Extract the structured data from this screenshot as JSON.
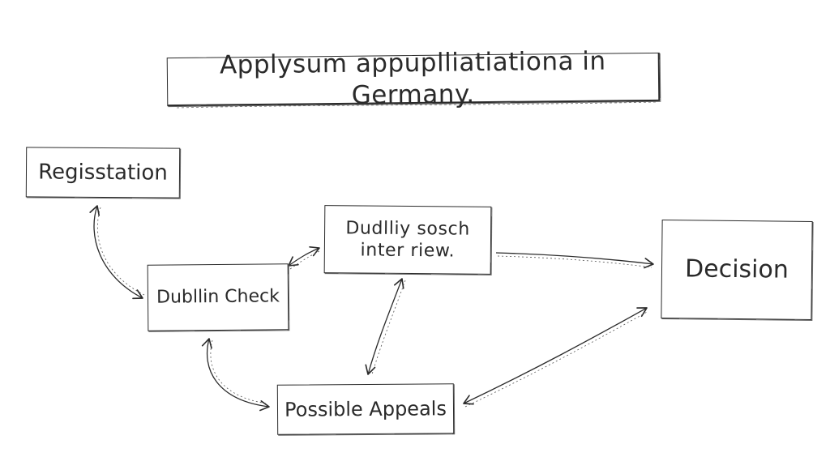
{
  "title": "Applysum appuplliatiationa in Germany.",
  "nodes": {
    "registration": "Regisstation",
    "dublin_check": "Dubllin Check",
    "interview": "Dudlliy sosch\ninter riew.",
    "decision": "Decision",
    "appeals": "Possible Appeals"
  },
  "connections": [
    {
      "from": "registration",
      "to": "dublin_check",
      "arrows": "both"
    },
    {
      "from": "dublin_check",
      "to": "interview",
      "arrows": "both"
    },
    {
      "from": "dublin_check",
      "to": "appeals",
      "arrows": "both"
    },
    {
      "from": "interview",
      "to": "appeals",
      "arrows": "both"
    },
    {
      "from": "interview",
      "to": "decision",
      "arrows": "end"
    },
    {
      "from": "appeals",
      "to": "decision",
      "arrows": "both"
    }
  ],
  "colors": {
    "ink": "#2b2b2b",
    "paper": "#ffffff"
  }
}
